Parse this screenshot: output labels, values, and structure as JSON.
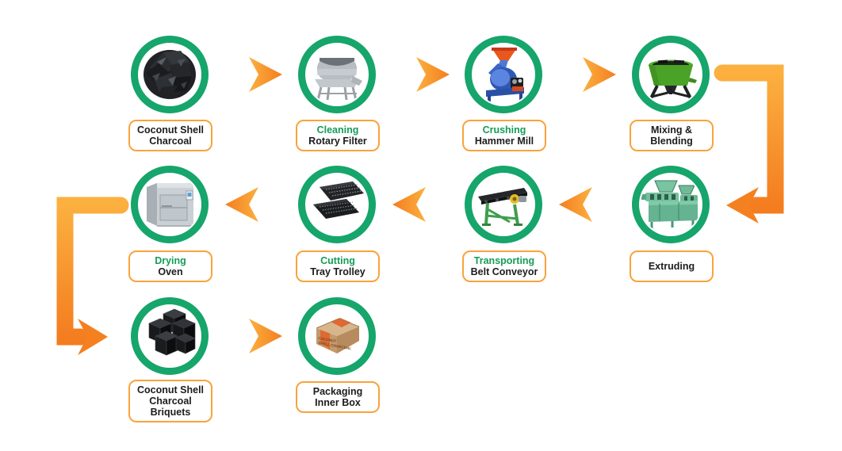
{
  "palette": {
    "ring_green": "#16A56B",
    "process_text_green": "#169C59",
    "label_border_orange": "#F9A33C",
    "label_text_dark": "#1C1C1C",
    "arrow_gradient_light": "#FBB03F",
    "arrow_gradient_dark": "#F47D20",
    "background": "#FFFFFF"
  },
  "icons": {
    "flow_arrow_right": "orange-flow-arrow-right",
    "flow_arrow_left": "orange-flow-arrow-left",
    "elbow_connector_right": "orange-elbow-right-column-down",
    "elbow_connector_left": "orange-elbow-left-column-down"
  },
  "steps": [
    {
      "name": "coconut-shell-charcoal",
      "icon": "charcoal-pile-photo",
      "label_lines": [
        {
          "text": "Coconut Shell",
          "green": false
        },
        {
          "text": "Charcoal",
          "green": false
        }
      ]
    },
    {
      "name": "cleaning-rotary-filter",
      "icon": "rotary-filter-machine-photo",
      "label_lines": [
        {
          "text": "Cleaning",
          "green": true
        },
        {
          "text": "Rotary Filter",
          "green": false
        }
      ]
    },
    {
      "name": "crushing-hammer-mill",
      "icon": "hammer-mill-machine-photo",
      "label_lines": [
        {
          "text": "Crushing",
          "green": true
        },
        {
          "text": "Hammer Mill",
          "green": false
        }
      ]
    },
    {
      "name": "mixing-blending",
      "icon": "pan-mixer-machine-photo",
      "label_lines": [
        {
          "text": "Mixing &",
          "green": false
        },
        {
          "text": "Blending",
          "green": false
        }
      ]
    },
    {
      "name": "extruding",
      "icon": "extruder-machine-photo",
      "label_lines": [
        {
          "text": "Extruding",
          "green": false
        }
      ]
    },
    {
      "name": "transporting-belt-conveyor",
      "icon": "belt-conveyor-photo",
      "label_lines": [
        {
          "text": "Transporting",
          "green": true
        },
        {
          "text": "Belt Conveyor",
          "green": false
        }
      ]
    },
    {
      "name": "cutting-tray-trolley",
      "icon": "tray-trolley-photo",
      "label_lines": [
        {
          "text": "Cutting",
          "green": true
        },
        {
          "text": "Tray Trolley",
          "green": false
        }
      ]
    },
    {
      "name": "drying-oven",
      "icon": "drying-oven-photo",
      "label_lines": [
        {
          "text": "Drying",
          "green": true
        },
        {
          "text": "Oven",
          "green": false
        }
      ]
    },
    {
      "name": "coconut-shell-charcoal-briquets",
      "icon": "charcoal-briquets-photo",
      "label_lines": [
        {
          "text": "Coconut Shell",
          "green": false
        },
        {
          "text": "Charcoal",
          "green": false
        },
        {
          "text": "Briquets",
          "green": false
        }
      ]
    },
    {
      "name": "packaging-inner-box",
      "icon": "inner-box-photo",
      "label_lines": [
        {
          "text": "Packaging",
          "green": false
        },
        {
          "text": "Inner Box",
          "green": false
        }
      ],
      "box_print": [
        "COCONUT",
        "SHELL CHARCOAL"
      ]
    }
  ]
}
